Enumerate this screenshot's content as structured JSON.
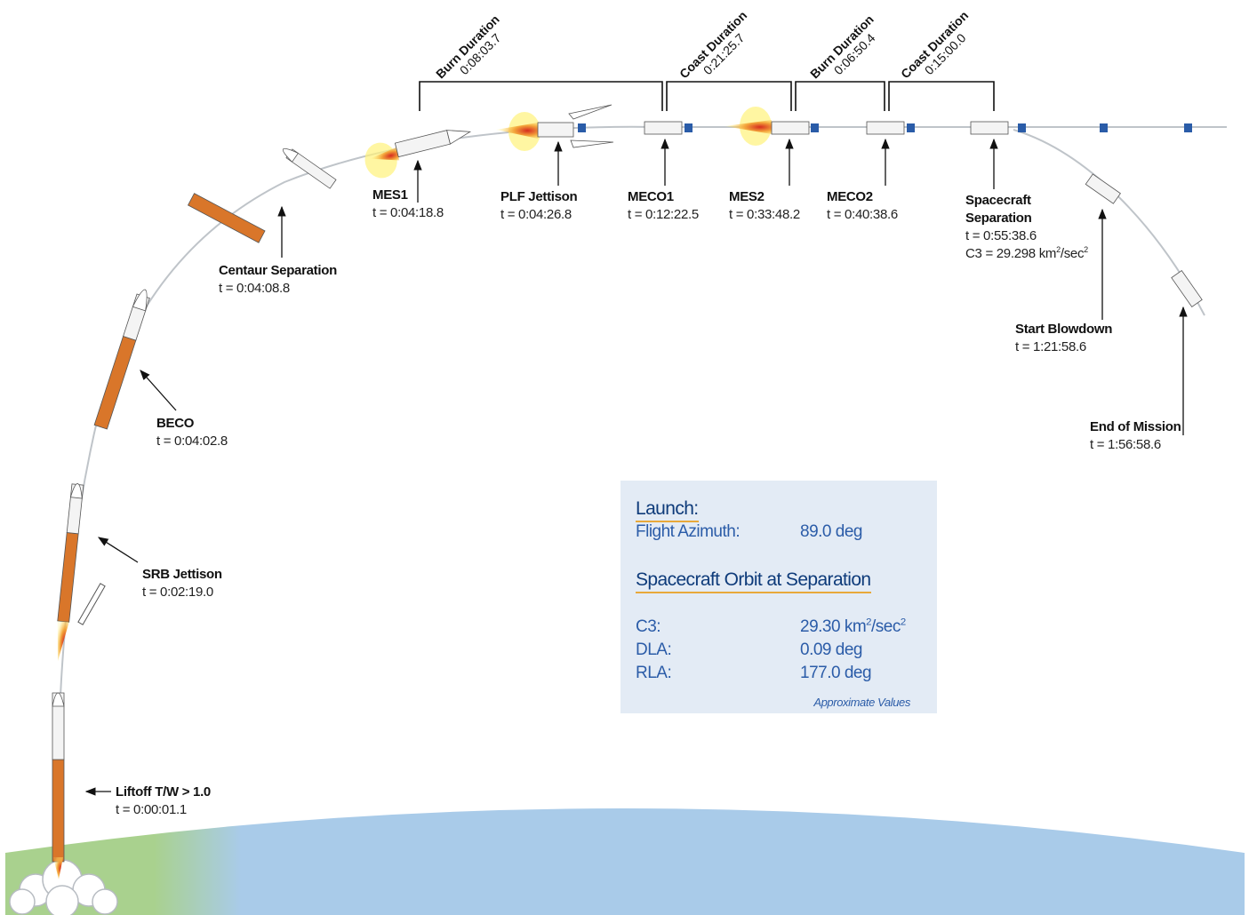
{
  "events": [
    {
      "id": "liftoff",
      "name": "Liftoff T/W > 1.0",
      "time": "t = 0:00:01.1"
    },
    {
      "id": "srb",
      "name": "SRB Jettison",
      "time": "t = 0:02:19.0"
    },
    {
      "id": "beco",
      "name": "BECO",
      "time": "t = 0:04:02.8"
    },
    {
      "id": "centaur",
      "name": "Centaur Separation",
      "time": "t = 0:04:08.8"
    },
    {
      "id": "mes1",
      "name": "MES1",
      "time": "t = 0:04:18.8"
    },
    {
      "id": "plf",
      "name": "PLF Jettison",
      "time": "t = 0:04:26.8"
    },
    {
      "id": "meco1",
      "name": "MECO1",
      "time": "t = 0:12:22.5"
    },
    {
      "id": "mes2",
      "name": "MES2",
      "time": "t = 0:33:48.2"
    },
    {
      "id": "meco2",
      "name": "MECO2",
      "time": "t = 0:40:38.6"
    },
    {
      "id": "sep",
      "name": "Spacecraft",
      "name2": "Separation",
      "time": "t = 0:55:38.6",
      "c3_prefix": "C3 = 29.298 km",
      "c3_suffix": "/sec"
    },
    {
      "id": "blowdown",
      "name": "Start Blowdown",
      "time": "t = 1:21:58.6"
    },
    {
      "id": "eom",
      "name": "End of Mission",
      "time": "t = 1:56:58.6"
    }
  ],
  "durations": [
    {
      "label": "Burn Duration",
      "value": "0:08:03.7"
    },
    {
      "label": "Coast Duration",
      "value": "0:21:25.7"
    },
    {
      "label": "Burn Duration",
      "value": "0:06:50.4"
    },
    {
      "label": "Coast Duration",
      "value": "0:15:00.0"
    }
  ],
  "info": {
    "launch_heading": "Launch:",
    "azimuth_label": "Flight Azimuth:",
    "azimuth_value": "89.0 deg",
    "orbit_heading": "Spacecraft Orbit at Separation",
    "c3_label": "C3:",
    "c3_value_prefix": "29.30 km",
    "c3_value_suffix": "/sec",
    "dla_label": "DLA:",
    "dla_value": "0.09 deg",
    "rla_label": "RLA:",
    "rla_value": "177.0 deg",
    "note": "Approximate Values"
  },
  "colors": {
    "earth_blue": "#a9cbe9",
    "earth_green": "#a9d18e",
    "booster": "#d9762a",
    "panel": "#e3ebf5",
    "heading": "#0e3b7a",
    "accent": "#e8a93a"
  }
}
